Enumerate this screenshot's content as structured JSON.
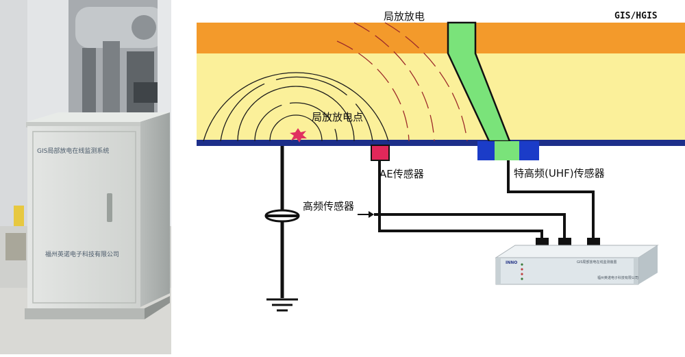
{
  "photo": {
    "cabinet_title": "GIS局部放电在线监测系统",
    "cabinet_company": "福州英诺电子科技有限公司"
  },
  "diagram": {
    "top_label": "局放放电",
    "corner_label": "GIS/HGIS",
    "pd_point_label": "局放放电点",
    "ae_sensor_label": "AE传感器",
    "uhf_sensor_label": "特高频(UHF)传感器",
    "hf_sensor_label": "高频传感器",
    "device_brand": "INNO",
    "device_title": "GIS局部放电在线监测装置",
    "device_company": "福州英诺电子科技有限公司"
  },
  "colors": {
    "orange_band": "#f39a2b",
    "yellow_body": "#fbf09a",
    "blue_floor": "#1d2f8a",
    "uhf_green": "#7ae37a",
    "uhf_blue": "#1b3cc8",
    "ae_red": "#e0285a",
    "pd_spark": "#e03060",
    "device_panel": "#dfe6ea"
  }
}
